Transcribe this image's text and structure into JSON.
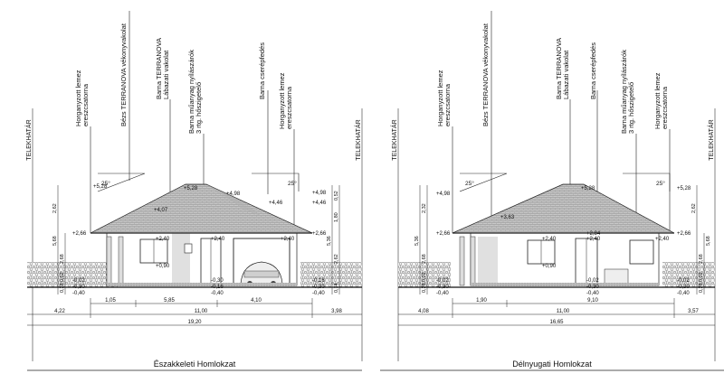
{
  "title": "",
  "left_elevation": {
    "caption": "Északkeleti Homlokzat",
    "boundary_left": "TELEKHATÁR",
    "boundary_right": "TELEKHATÁR",
    "callouts": [
      {
        "id": "c1",
        "lines": [
          "Horganyzott lemez",
          "ereszcsatorna"
        ]
      },
      {
        "id": "c2",
        "lines": [
          "Bézs TERRANOVA vékonyvakolat"
        ]
      },
      {
        "id": "c3",
        "lines": [
          "Barna TERRANOVA",
          "Lábazati vakolat"
        ]
      },
      {
        "id": "c4",
        "lines": [
          "Barna műanyag nyílászárók",
          "3 rtg. hőszigetelő"
        ]
      },
      {
        "id": "c5",
        "lines": [
          "Barna cserépfedés"
        ]
      },
      {
        "id": "c6",
        "lines": [
          "Horganyzott lemez",
          "ereszcsatorna"
        ]
      }
    ],
    "roof_pitch_left": "25°",
    "roof_pitch_right": "25°",
    "levels": {
      "ridge": "+5,28",
      "left_top": "+5,28",
      "r1": "+4,98",
      "r2": "+4,46",
      "mid_left": "+4,07",
      "mid_right": "+4,46",
      "eave_left": "+2,66",
      "eave_right": "+2,66",
      "window_top_a": "+2,40",
      "window_top_b": "+2,40",
      "window_top_c": "+2,40",
      "sill": "+0,90",
      "left_low1": "-0,02",
      "left_low2": "-0,30",
      "left_low3": "-0,40",
      "mid_low1": "-0,30",
      "mid_low2": "-0,16",
      "mid_low3": "-0,40",
      "right_low1": "-0,16",
      "right_low2": "-0,30",
      "right_low3": "-0,40"
    },
    "vdims_left": [
      "2,62",
      "5,68",
      "2,68",
      "0,02",
      "0,28"
    ],
    "vdims_right": [
      "0,52",
      "1,80",
      "5,36",
      "2,62",
      "0,14"
    ],
    "hdims_row1": [
      "1,05",
      "5,85",
      "4,10"
    ],
    "hdims_row2": [
      "4,22",
      "11,00",
      "3,98"
    ],
    "hdims_row3": [
      "19,20"
    ]
  },
  "right_elevation": {
    "caption": "Délnyugati Homlokzat",
    "boundary_left": "TELEKHATÁR",
    "boundary_right": "TELEKHATÁR",
    "callouts": [
      {
        "id": "d1",
        "lines": [
          "Horganyzott lemez",
          "ereszcsatorna"
        ]
      },
      {
        "id": "d2",
        "lines": [
          "Bézs TERRANOVA vékonyvakolat"
        ]
      },
      {
        "id": "d3",
        "lines": [
          "Barna TERRANOVA",
          "Lábazati vakolat"
        ]
      },
      {
        "id": "d4",
        "lines": [
          "Barna cserépfedés"
        ]
      },
      {
        "id": "d5",
        "lines": [
          "Barna műanyag nyílászárók",
          "3 rtg. hőszigetelő"
        ]
      },
      {
        "id": "d6",
        "lines": [
          "Horganyzott lemez",
          "ereszcsatorna"
        ]
      }
    ],
    "roof_pitch_left": "25°",
    "roof_pitch_right": "25°",
    "levels": {
      "left_top": "+4,98",
      "ridge": "+5,28",
      "right_top": "+5,28",
      "mid": "+3,63",
      "eave_left": "+2,66",
      "eave_right": "+2,66",
      "w1": "+2,40",
      "w2": "+2,84",
      "w3": "+2,40",
      "w4": "+2,40",
      "sill": "+0,90",
      "left_low1": "-0,02",
      "left_low2": "-0,30",
      "left_low3": "-0,40",
      "mid_low1": "-0,02",
      "mid_low2": "-0,30",
      "mid_low3": "-0,40",
      "right_low1": "-0,02",
      "right_low2": "-0,30",
      "right_low3": "-0,40"
    },
    "vdims_left": [
      "2,32",
      "5,36",
      "2,68",
      "0,02",
      "0,28"
    ],
    "vdims_right": [
      "2,62",
      "5,68",
      "2,68",
      "0,02",
      "0,28"
    ],
    "hdims_row1": [
      "1,90",
      "9,10"
    ],
    "hdims_row2": [
      "4,08",
      "11,00",
      "3,57"
    ],
    "hdims_row3": [
      "16,65"
    ]
  }
}
